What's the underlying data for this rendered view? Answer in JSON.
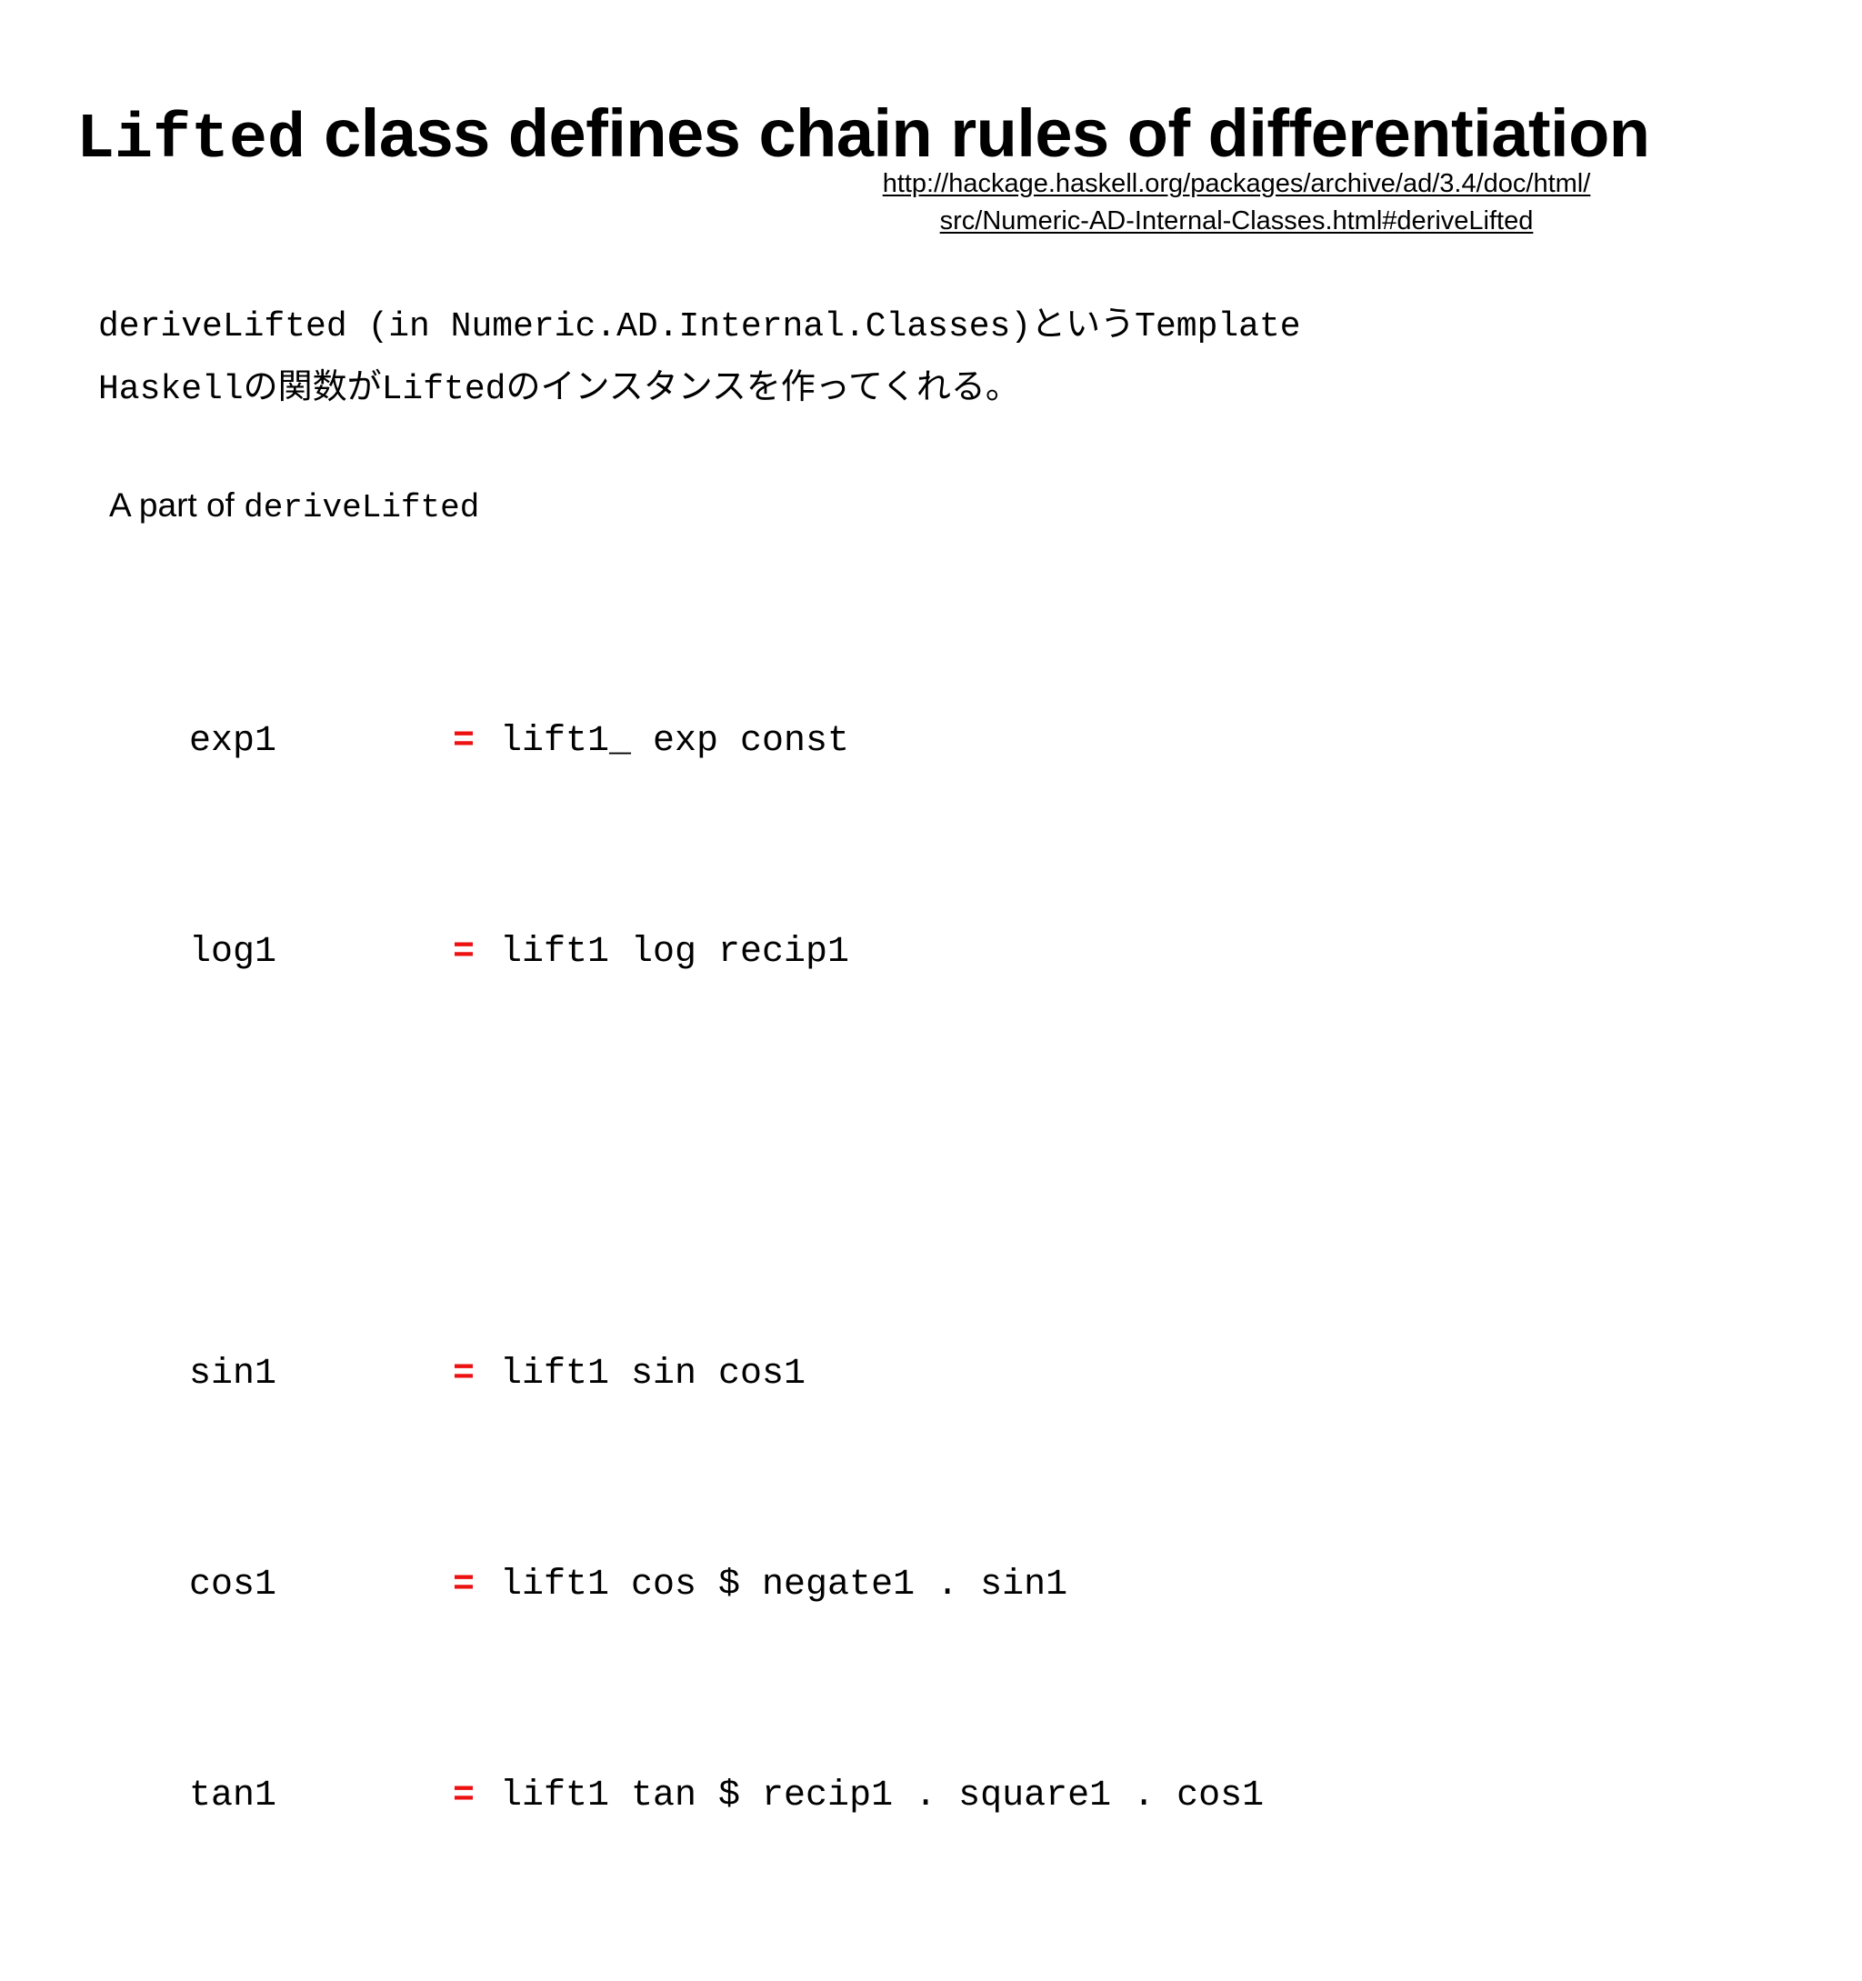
{
  "slide": {
    "background_color": "#ffffff",
    "accent_color": "#ee1111",
    "title": {
      "mono_part": "Lifted",
      "sans_part": " class defines chain rules of differentiation"
    },
    "reference_url": {
      "line1": "http://hackage.haskell.org/packages/archive/ad/3.4/doc/html/",
      "line2": "src/Numeric-AD-Internal-Classes.html#deriveLifted"
    },
    "body": {
      "line1": "deriveLifted (in Numeric.AD.Internal.Classes)というTemplate",
      "line2": "Haskellの関数がLiftedのインスタンスを作ってくれる。"
    },
    "section_label": {
      "prefix": "A part of ",
      "mono": "deriveLifted"
    },
    "code": {
      "equals": "=",
      "rows": [
        {
          "name": "exp1",
          "expr": "lift1_ exp const",
          "blank": false
        },
        {
          "name": "log1",
          "expr": "lift1 log recip1",
          "blank": false
        },
        {
          "name": "",
          "expr": "",
          "blank": true
        },
        {
          "name": "sin1",
          "expr": "lift1 sin cos1",
          "blank": false
        },
        {
          "name": "cos1",
          "expr": "lift1 cos $ negate1 . sin1",
          "blank": false
        },
        {
          "name": "tan1",
          "expr": "lift1 tan $ recip1 . square1 . cos1",
          "blank": false
        }
      ]
    }
  }
}
